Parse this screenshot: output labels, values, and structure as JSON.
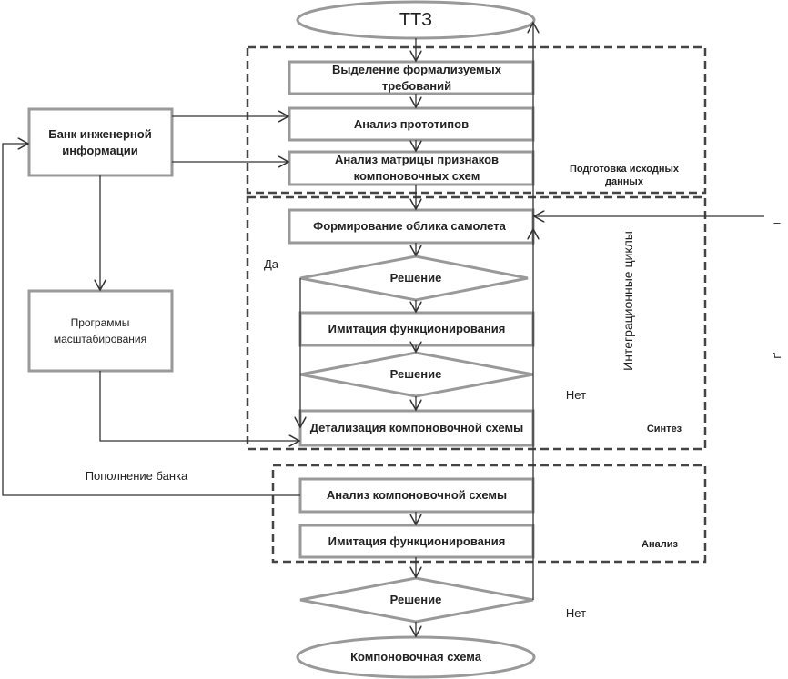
{
  "start": "ТТЗ",
  "end": "Компоновочная схема",
  "groups": {
    "prep": "Подготовка исходных данных",
    "synthesis": "Синтез",
    "analysis": "Анализ",
    "cycles": "Интеграционные циклы"
  },
  "blocks": {
    "b1": "Выделение формализуемых требований",
    "b2": "Анализ прототипов",
    "b3": "Анализ матрицы признаков компоновочных схем",
    "b4": "Формирование облика самолета",
    "b5": "Имитация функционирования",
    "b6": "Детализация компоновочной схемы",
    "b7": "Анализ компоновочной схемы",
    "b8": "Имитация функционирования",
    "bank": "Банк инженерной информации",
    "programs": "Программы масштабирования"
  },
  "decisions": {
    "d1": "Решение",
    "d2": "Решение",
    "d3": "Решение"
  },
  "labels": {
    "yes": "Да",
    "no1": "Нет",
    "no2": "Нет",
    "replenish": "Пополнение банка",
    "mark1": "–",
    "mark2": "г'"
  }
}
